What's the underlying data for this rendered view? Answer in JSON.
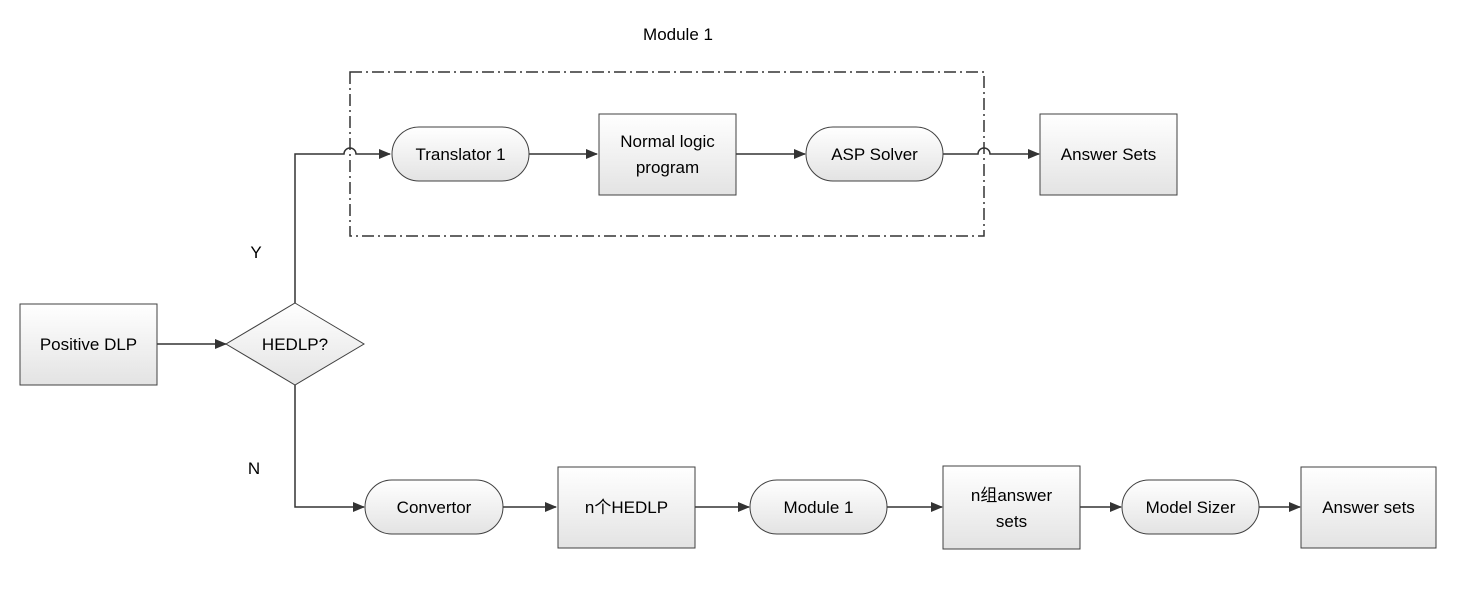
{
  "title": "Module 1",
  "nodes": {
    "positive_dlp": "Positive DLP",
    "hedlp_decision": "HEDLP?",
    "translator_1": "Translator 1",
    "normal_logic_program": [
      "Normal logic",
      "program"
    ],
    "asp_solver": "ASP Solver",
    "answer_sets_top": "Answer Sets",
    "convertor": "Convertor",
    "n_hedlp": "n个HEDLP",
    "module_1": "Module 1",
    "n_answer_sets": [
      "n组answer",
      "sets"
    ],
    "model_sizer": "Model Sizer",
    "answer_sets_bottom": "Answer sets"
  },
  "branch_labels": {
    "yes": "Y",
    "no": "N"
  },
  "colors": {
    "box_fill_top": "#ffffff",
    "box_fill_bottom": "#e6e6e6",
    "stroke": "#404040",
    "arrow": "#333333"
  }
}
